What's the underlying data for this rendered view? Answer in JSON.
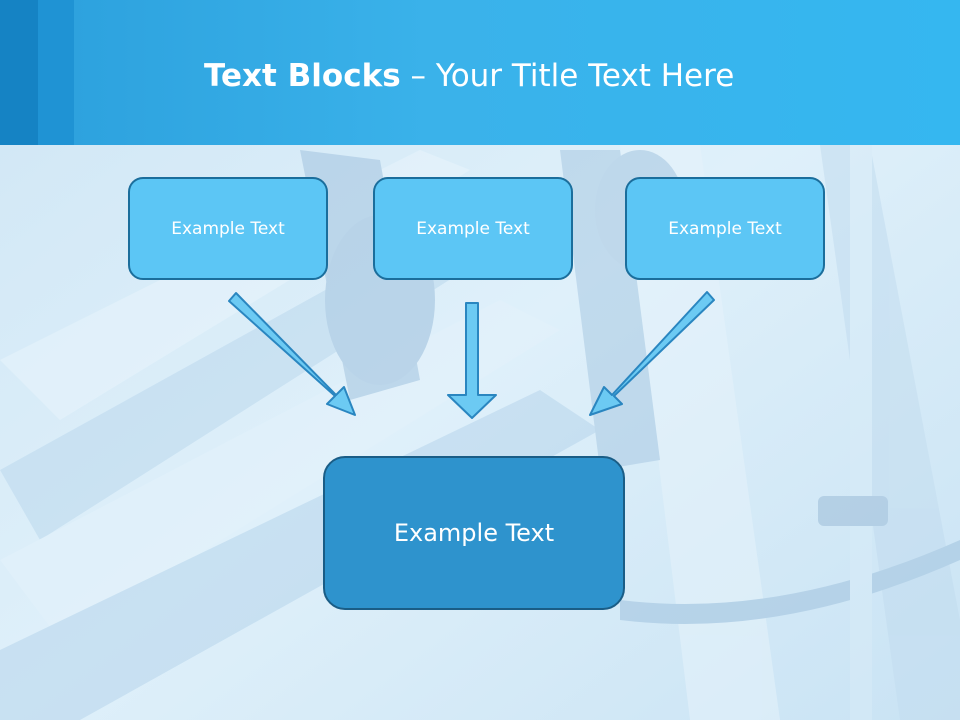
{
  "title": {
    "bold": "Text Blocks",
    "dash": " – ",
    "rest": "Your Title Text Here"
  },
  "boxes": {
    "top_left": "Example Text",
    "top_center": "Example Text",
    "top_right": "Example Text",
    "bottom": "Example Text"
  },
  "colors": {
    "header": "#35b7f0",
    "small_box_fill": "#5cc6f5",
    "big_box_fill": "#2e93cd",
    "arrow_fill": "#6ccaf3"
  }
}
